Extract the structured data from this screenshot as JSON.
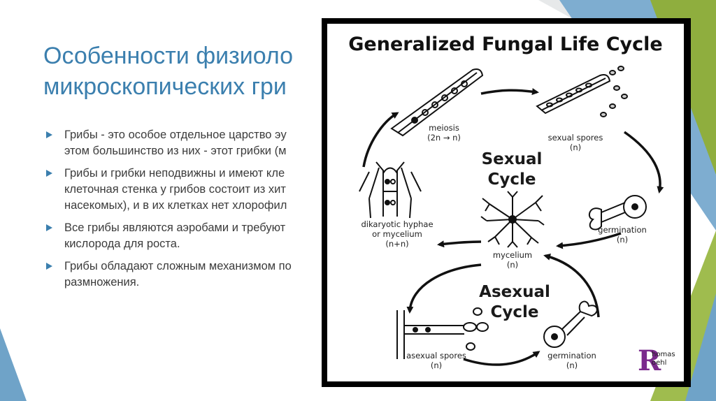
{
  "slide": {
    "title": [
      "Особенности физиоло",
      "микроскопических гри"
    ],
    "bullets": [
      {
        "lines": [
          "Грибы - это особое отдельное царство эу",
          "этом большинство из них - этот грибки (м"
        ]
      },
      {
        "lines": [
          "Грибы и грибки неподвижны и имеют кле",
          "клеточная стенка у грибов состоит из хит",
          "насекомых), и в их клетках нет хлорофил"
        ]
      },
      {
        "lines": [
          "Все грибы являются аэробами и требуют",
          "кислорода для роста."
        ]
      },
      {
        "lines": [
          "Грибы обладают сложным механизмом по",
          "размножения."
        ]
      }
    ],
    "colors": {
      "title": "#3b7fae",
      "bullet_marker": "#3b7fae",
      "body_text": "#3b3b3b",
      "accent_green": "#8fae3e",
      "accent_blue": "#6fa3c8"
    }
  },
  "diagram": {
    "title": "Generalized Fungal Life Cycle",
    "cycles": {
      "sexual": [
        "Sexual",
        "Cycle"
      ],
      "asexual": [
        "Asexual",
        "Cycle"
      ]
    },
    "labels": {
      "meiosis": [
        "meiosis",
        "(2n → n)"
      ],
      "sexual_spores": [
        "sexual spores",
        "(n)"
      ],
      "germination_top": [
        "germination",
        "(n)"
      ],
      "mycelium": [
        "mycelium",
        "(n)"
      ],
      "dikaryotic": [
        "dikaryotic hyphae",
        "or mycelium",
        "(n+n)"
      ],
      "asexual_spores": [
        "asexual spores",
        "(n)"
      ],
      "germination_bottom": [
        "germination",
        "(n)"
      ]
    },
    "logo": {
      "letter": "R",
      "line1": "homas",
      "line2": "oehl",
      "color": "#7a2a8c"
    }
  }
}
